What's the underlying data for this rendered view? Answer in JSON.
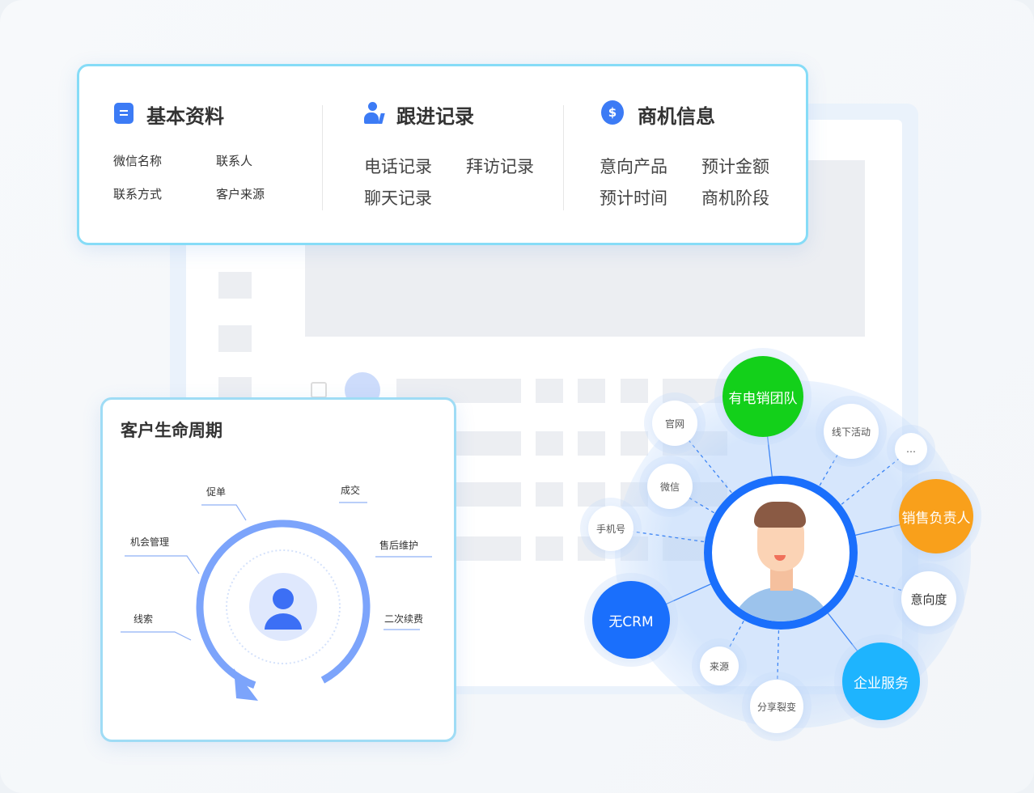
{
  "profile_card": {
    "sections": [
      {
        "title": "基本资料",
        "icon": "document-icon",
        "items": [
          "微信名称",
          "联系人",
          "联系方式",
          "客户来源"
        ]
      },
      {
        "title": "跟进记录",
        "icon": "user-edit-icon",
        "items": [
          "电话记录",
          "拜访记录",
          "聊天记录"
        ]
      },
      {
        "title": "商机信息",
        "icon": "dollar-bulb-icon",
        "items": [
          "意向产品",
          "预计金额",
          "预计时间",
          "商机阶段"
        ]
      }
    ]
  },
  "lifecycle": {
    "title": "客户生命周期",
    "stages": [
      "促单",
      "成交",
      "机会管理",
      "售后维护",
      "线索",
      "二次续费"
    ]
  },
  "network": {
    "nodes": [
      "有电销团队",
      "官网",
      "线下活动",
      "…",
      "微信",
      "手机号",
      "销售负责人",
      "意向度",
      "无CRM",
      "来源",
      "分享裂变",
      "企业服务"
    ]
  },
  "colors": {
    "green": "#13d01a",
    "orange": "#f9a01b",
    "blue": "#1a6ffc",
    "sky": "#1eb4fe",
    "accent": "#1a6ffc"
  }
}
